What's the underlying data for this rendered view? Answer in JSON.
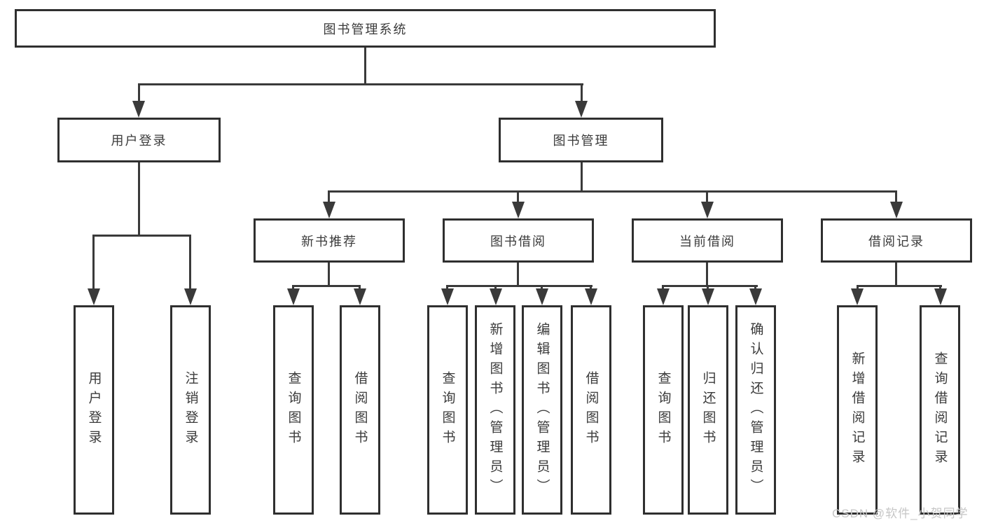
{
  "diagram_title": "图书管理系统",
  "tree": {
    "label": "图书管理系统",
    "children": [
      {
        "label": "用户登录",
        "children": [
          {
            "label": "用户登录"
          },
          {
            "label": "注销登录"
          }
        ]
      },
      {
        "label": "图书管理",
        "children": [
          {
            "label": "新书推荐",
            "children": [
              {
                "label": "查询图书"
              },
              {
                "label": "借阅图书"
              }
            ]
          },
          {
            "label": "图书借阅",
            "children": [
              {
                "label": "查询图书"
              },
              {
                "label": "新增图书（管理员）"
              },
              {
                "label": "编辑图书（管理员）"
              },
              {
                "label": "借阅图书"
              }
            ]
          },
          {
            "label": "当前借阅",
            "children": [
              {
                "label": "查询图书"
              },
              {
                "label": "归还图书"
              },
              {
                "label": "确认归还（管理员）"
              }
            ]
          },
          {
            "label": "借阅记录",
            "children": [
              {
                "label": "新增借阅记录"
              },
              {
                "label": "查询借阅记录"
              }
            ]
          }
        ]
      }
    ]
  },
  "watermark": {
    "text": "CSDN @软件_小贺同学"
  },
  "colors": {
    "background": "#ffffff",
    "line": "#3a3a3a",
    "box_border": "#2f2f2f",
    "text": "#3b3b3b",
    "watermark": "#c6c6c6"
  }
}
